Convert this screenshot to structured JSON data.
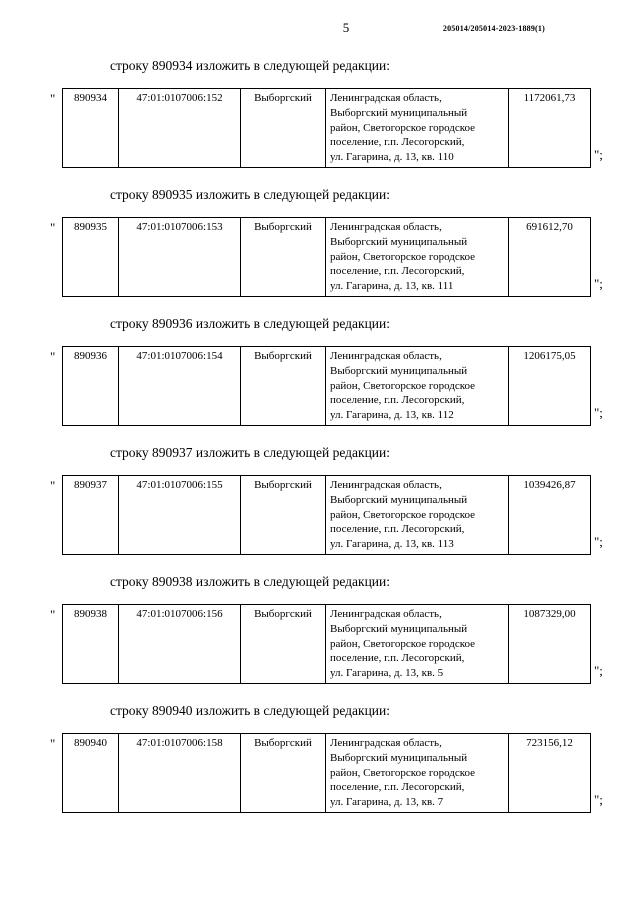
{
  "page": {
    "doc_number": "205014/205014-2023-1889(1)",
    "page_number": "5",
    "open_quote": "\"",
    "close_quote": "\";"
  },
  "sections": [
    {
      "heading": "строку 890934 изложить в следующей редакции:",
      "row": {
        "id": "890934",
        "cadastral": "47:01:0107006:152",
        "district": "Выборгский",
        "address": "Ленинградская область,\nВыборгский муниципальный\nрайон, Светогорское городское\nпоселение, г.п. Лесогорский,\nул. Гагарина, д. 13, кв. 110",
        "value": "1172061,73"
      }
    },
    {
      "heading": "строку 890935 изложить в следующей редакции:",
      "row": {
        "id": "890935",
        "cadastral": "47:01:0107006:153",
        "district": "Выборгский",
        "address": "Ленинградская область,\nВыборгский муниципальный\nрайон, Светогорское городское\nпоселение, г.п. Лесогорский,\nул. Гагарина, д. 13, кв. 111",
        "value": "691612,70"
      }
    },
    {
      "heading": "строку 890936 изложить в следующей редакции:",
      "row": {
        "id": "890936",
        "cadastral": "47:01:0107006:154",
        "district": "Выборгский",
        "address": "Ленинградская область,\nВыборгский муниципальный\nрайон, Светогорское городское\nпоселение, г.п. Лесогорский,\nул. Гагарина, д. 13, кв. 112",
        "value": "1206175,05"
      }
    },
    {
      "heading": "строку 890937 изложить в следующей редакции:",
      "row": {
        "id": "890937",
        "cadastral": "47:01:0107006:155",
        "district": "Выборгский",
        "address": "Ленинградская область,\nВыборгский муниципальный\nрайон, Светогорское городское\nпоселение, г.п. Лесогорский,\nул. Гагарина, д. 13, кв. 113",
        "value": "1039426,87"
      }
    },
    {
      "heading": "строку 890938 изложить в следующей редакции:",
      "row": {
        "id": "890938",
        "cadastral": "47:01:0107006:156",
        "district": "Выборгский",
        "address": "Ленинградская область,\nВыборгский муниципальный\nрайон, Светогорское городское\nпоселение, г.п. Лесогорский,\nул. Гагарина, д. 13, кв. 5",
        "value": "1087329,00"
      }
    },
    {
      "heading": "строку 890940 изложить в следующей редакции:",
      "row": {
        "id": "890940",
        "cadastral": "47:01:0107006:158",
        "district": "Выборгский",
        "address": "Ленинградская область,\nВыборгский муниципальный\nрайон, Светогорское городское\nпоселение, г.п. Лесогорский,\nул. Гагарина, д. 13, кв. 7",
        "value": "723156,12"
      }
    }
  ]
}
